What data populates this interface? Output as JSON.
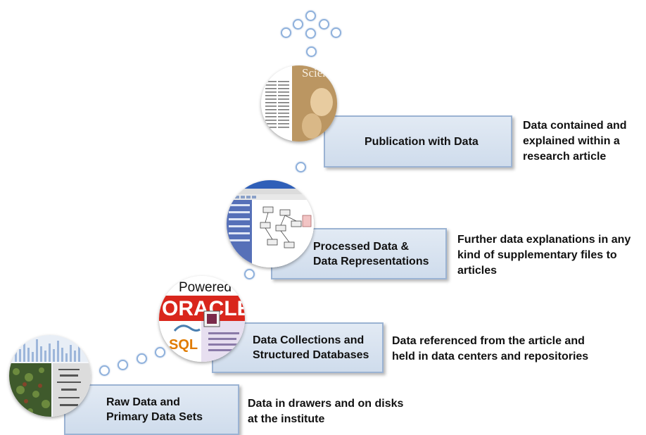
{
  "steps": [
    {
      "label": "Raw Data and\nPrimary Data Sets",
      "description": "Data in drawers and on disks\nat the institute",
      "image": "raw-data-gel-image"
    },
    {
      "label": "Data Collections and\nStructured Databases",
      "description": "Data referenced from the article and\nheld in data centers and repositories",
      "image": "oracle-sql-database-logo"
    },
    {
      "label": "Processed Data &\nData Representations",
      "description": "Further data explanations in any\nkind of supplementary files to\narticles",
      "image": "software-screenshot"
    },
    {
      "label": "Publication with Data",
      "description": "Data contained and\nexplained within a\nresearch article",
      "image": "science-journal-cover"
    }
  ],
  "logo_text": {
    "powered": "Powered",
    "oracle": "ORACLE",
    "sql": "SQL",
    "journal": "Science"
  },
  "colors": {
    "box_fill": "#d8e3f0",
    "box_border": "#9bb3d3",
    "dot_border": "#8fb1dc",
    "oracle_red": "#d9261c"
  }
}
